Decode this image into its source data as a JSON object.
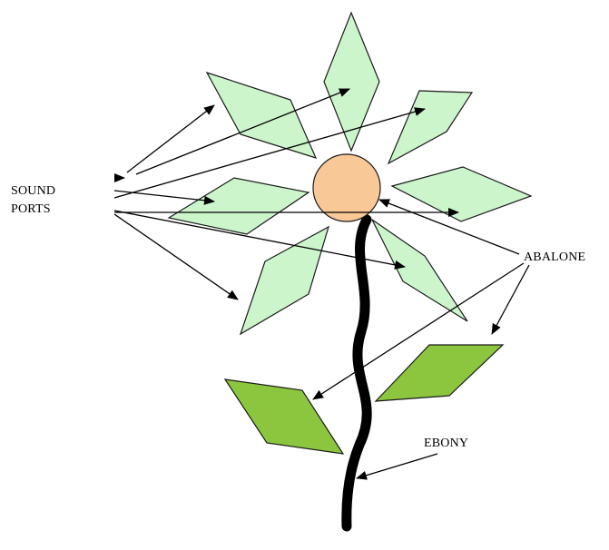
{
  "labels": {
    "sound_ports_line1": "SOUND",
    "sound_ports_line2": "PORTS",
    "abalone": "ABALONE",
    "ebony": "EBONY"
  },
  "colors": {
    "petal_fill": "#ccf5cc",
    "petal_stroke": "#1a1a1a",
    "center_fill": "#f8c896",
    "leaf_fill": "#8cc63e",
    "stem": "#000000",
    "arrow": "#000000"
  }
}
